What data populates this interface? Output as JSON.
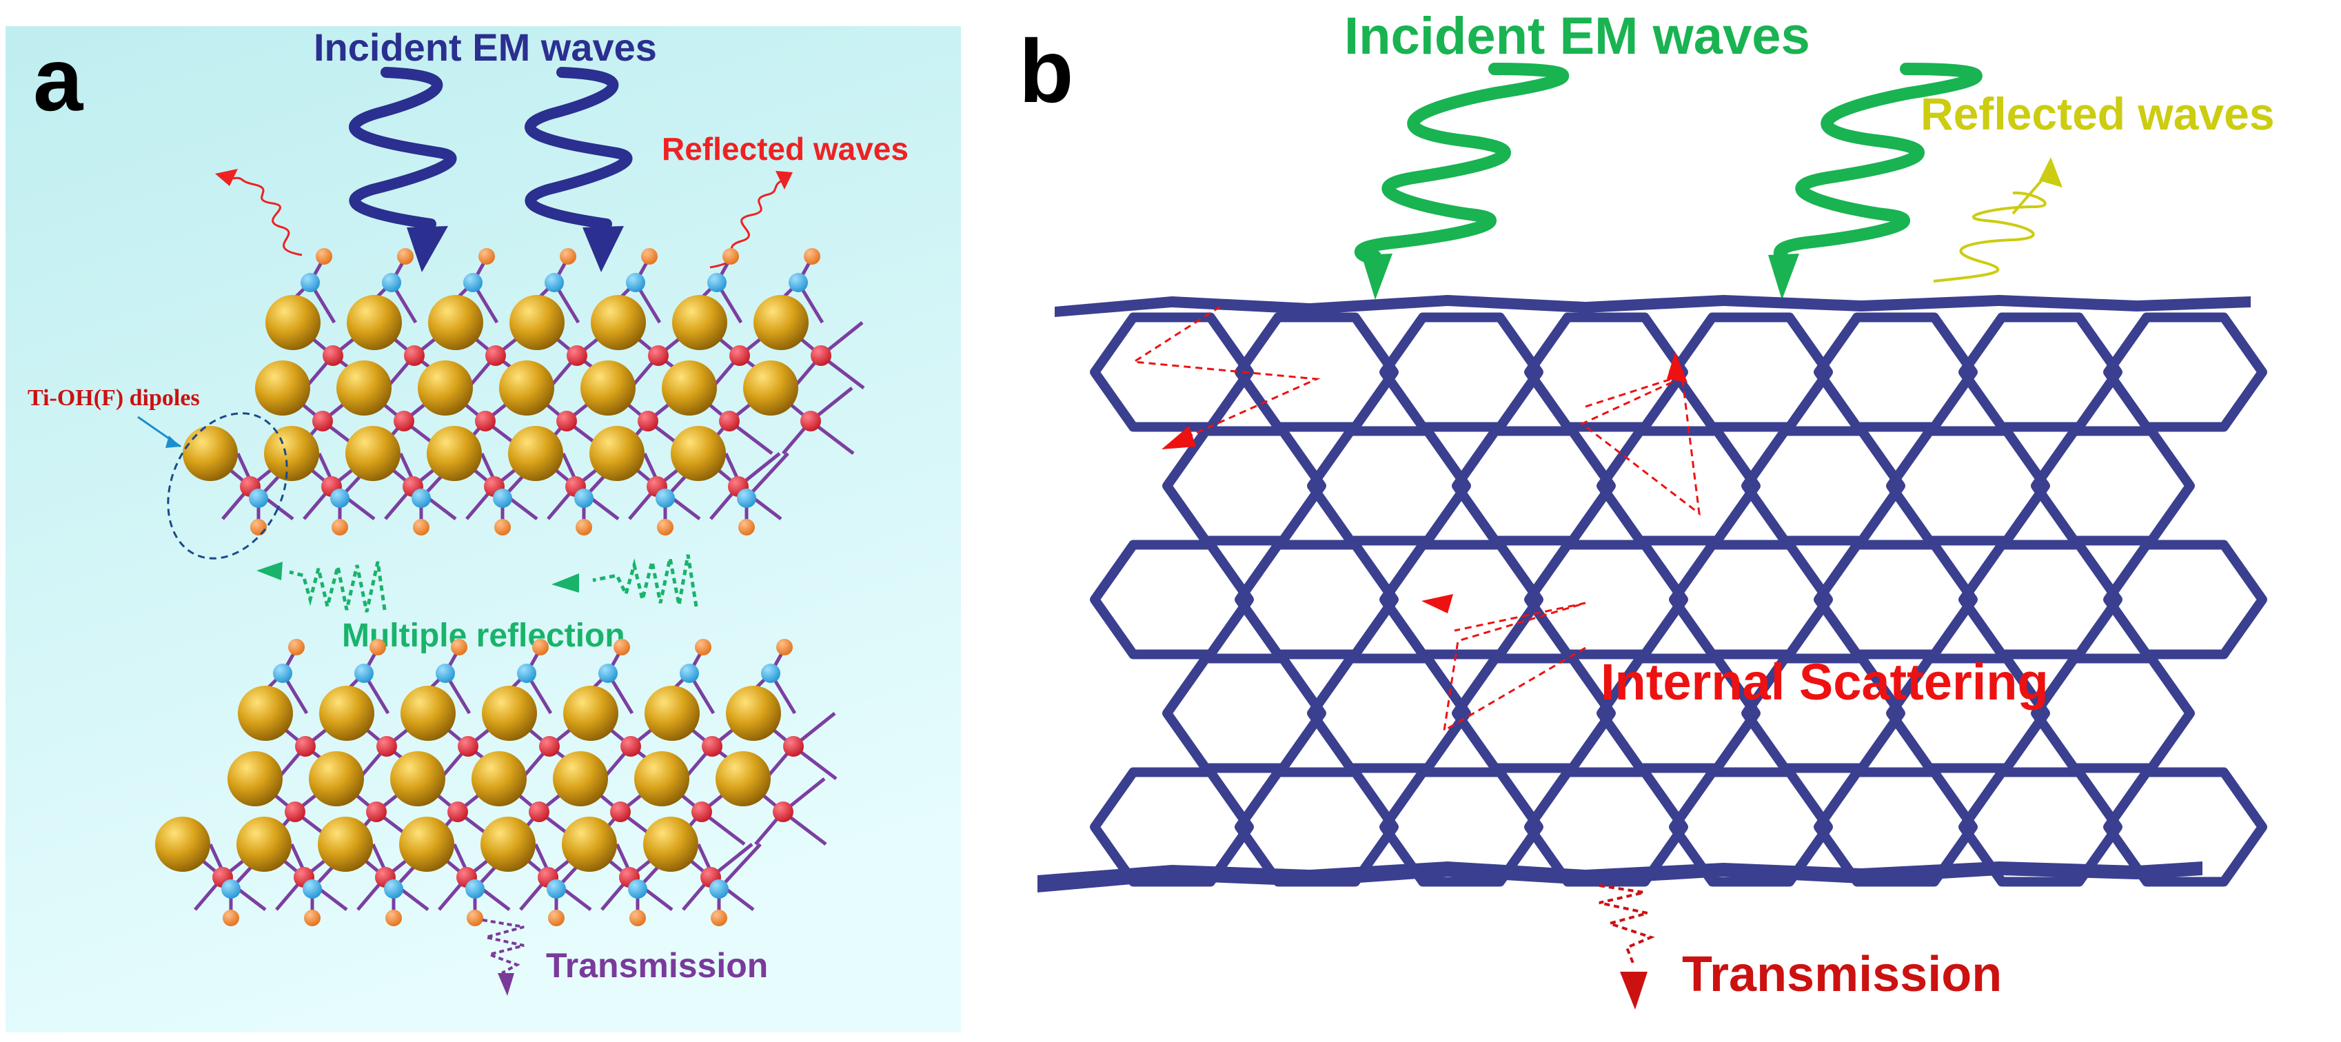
{
  "panel_a": {
    "letter": "a",
    "incident_label": "Incident EM waves",
    "reflected_label": "Reflected waves",
    "dipole_label": "Ti-OH(F) dipoles",
    "multiple_label": "Multiple reflection",
    "transmission_label": "Transmission",
    "colors": {
      "background_top": "#bfeef0",
      "background_bottom": "#e4fbfc",
      "incident": "#2b2f8f",
      "reflected": "#ee2222",
      "dipole": "#cc1111",
      "multiple": "#19b36b",
      "transmission": "#7a3a9a",
      "ti_atom": "#d9a21a",
      "c_atom": "#e01a2b",
      "o_atom": "#27a9e1",
      "h_atom": "#f58220",
      "bond": "#7b3fa0"
    }
  },
  "panel_b": {
    "letter": "b",
    "incident_label": "Incident EM waves",
    "reflected_label": "Reflected waves",
    "scattering_label": "Internal Scattering",
    "transmission_label": "Transmission",
    "colors": {
      "incident": "#19b352",
      "reflected": "#cccc11",
      "scattering": "#ee1111",
      "transmission": "#cc1111",
      "foam": "#3a3f8f"
    }
  }
}
